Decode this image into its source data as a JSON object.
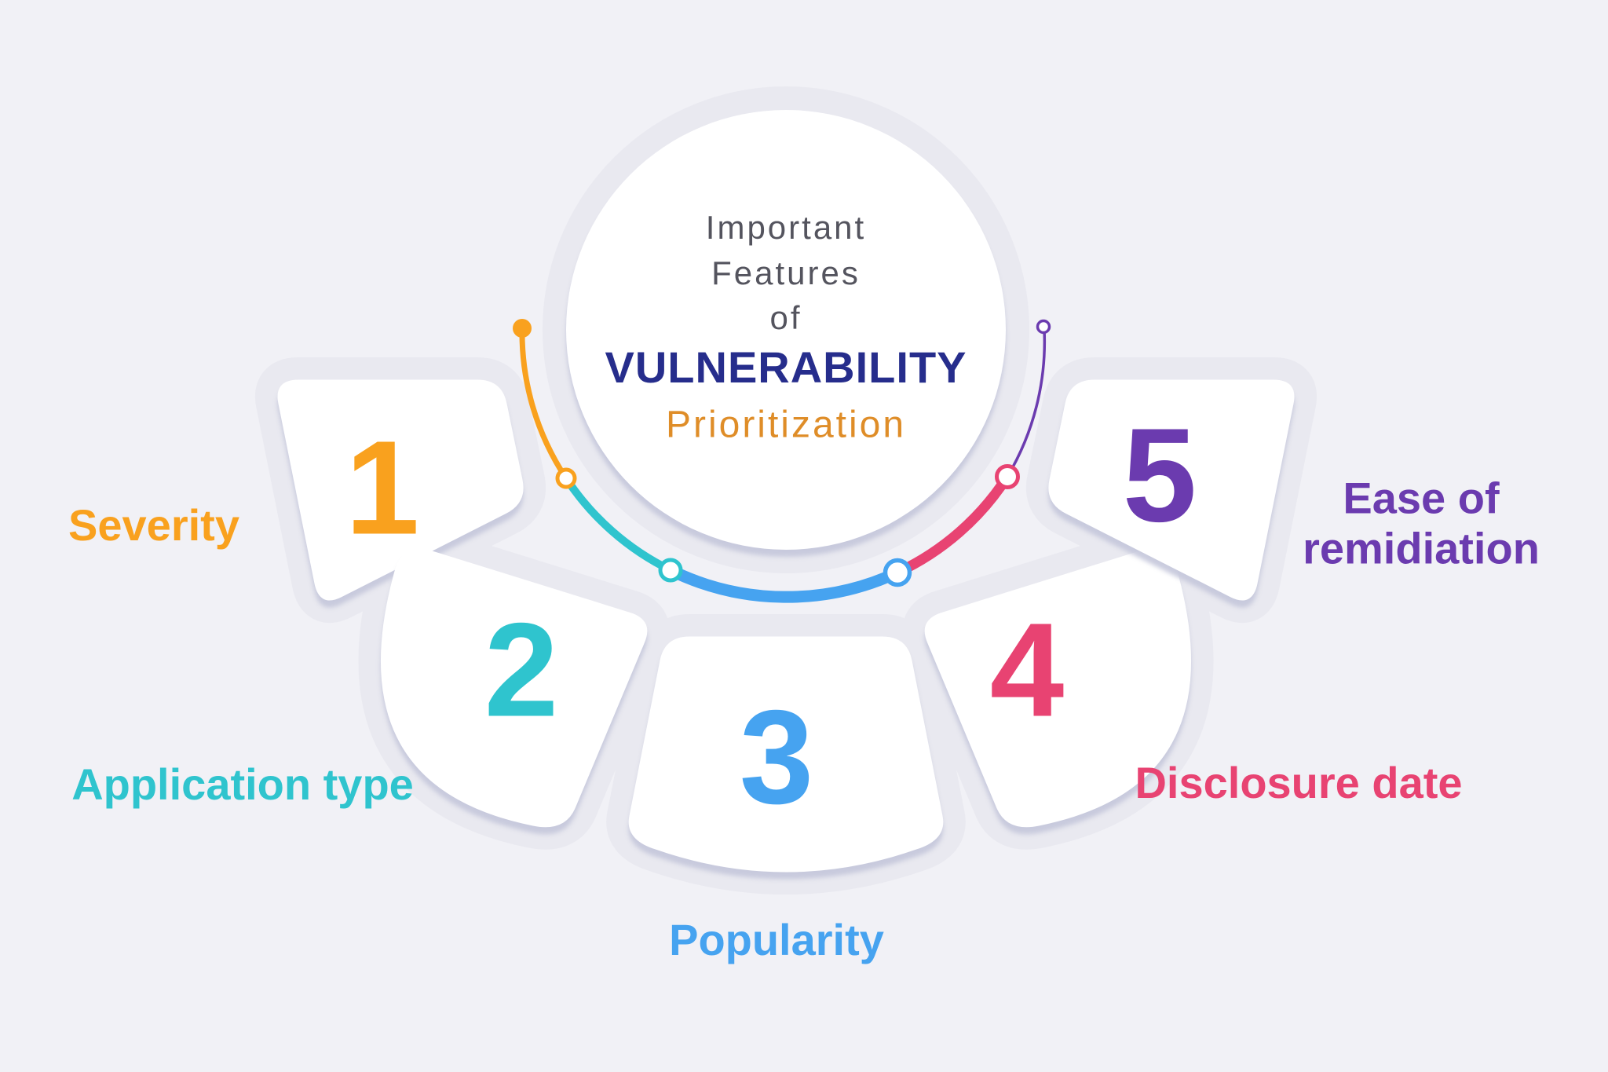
{
  "colors": {
    "background": "#F1F1F6",
    "halo": "#E9E9F0",
    "card": "#FFFFFF",
    "shadow": "#D9DAE6",
    "title_text": "#54545E",
    "title_highlight": "#262D8C",
    "subtitle": "#DF8D28"
  },
  "center": {
    "line1": "Important",
    "line2": "Features",
    "line3": "of",
    "highlight": "VULNERABILITY",
    "subtitle": "Prioritization"
  },
  "items": [
    {
      "number": "1",
      "label": "Severity",
      "color": "#F9A11E"
    },
    {
      "number": "2",
      "label": "Application type",
      "color": "#2FC4CE"
    },
    {
      "number": "3",
      "label": "Popularity",
      "color": "#46A3F0"
    },
    {
      "number": "4",
      "label": "Disclosure date",
      "color": "#E84372"
    },
    {
      "number": "5",
      "label": "Ease of remidiation",
      "color": "#6B3BAF"
    }
  ]
}
